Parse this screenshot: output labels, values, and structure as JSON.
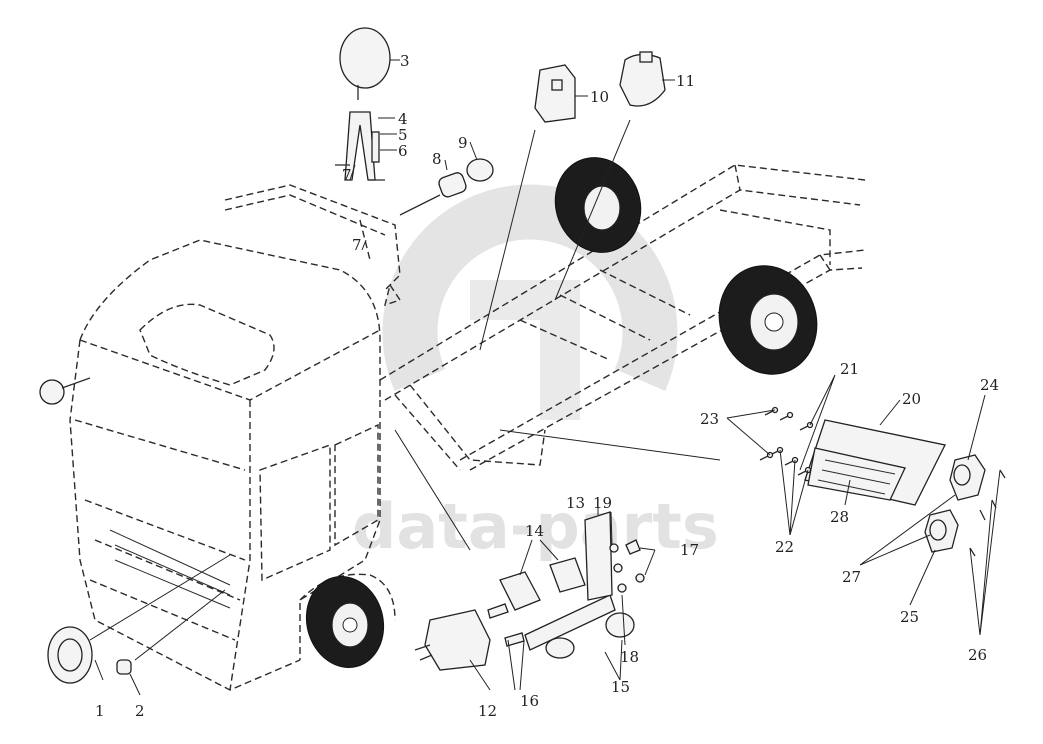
{
  "diagram": {
    "watermark": "data-parts",
    "callouts": [
      "1",
      "2",
      "3",
      "4",
      "5",
      "6",
      "7",
      "7",
      "8",
      "9",
      "10",
      "11",
      "12",
      "13",
      "14",
      "15",
      "16",
      "17",
      "18",
      "19",
      "20",
      "21",
      "22",
      "23",
      "24",
      "25",
      "26",
      "27",
      "28"
    ]
  }
}
